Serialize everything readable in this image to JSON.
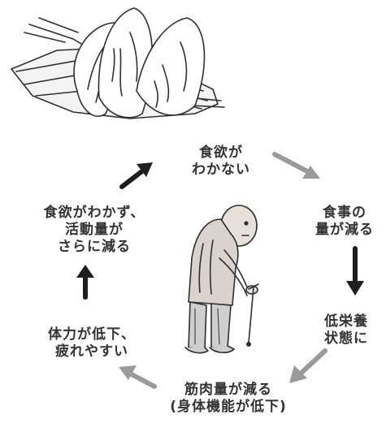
{
  "colors": {
    "ink": "#2f2f2f",
    "gray_arrow": "#9a9a9a",
    "dark_arrow": "#1e1e1e",
    "skin": "#e8e0dc",
    "pants": "#cfcfcf"
  },
  "icons": {
    "food": "rice-ball-plate-icon",
    "person": "elderly-person-with-cane-icon"
  },
  "cycle": {
    "appetite": "食欲が\nわかない",
    "meal_amount": "食事の\n量が減る",
    "low_nutrition": "低栄養\n状態に",
    "muscle": "筋肉量が減る\n(身体機能が低下)",
    "stamina": "体力が低下、\n疲れやすい",
    "activity": "食欲がわかず、\n活動量が\nさらに減る"
  }
}
